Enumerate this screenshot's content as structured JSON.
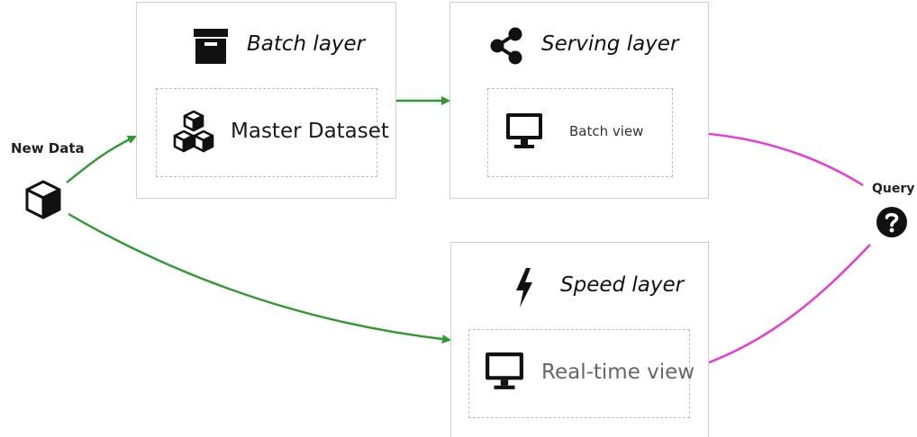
{
  "new_data": {
    "label": "New Data",
    "icon": "cube-icon"
  },
  "query": {
    "label": "Query",
    "icon": "question-circle-icon"
  },
  "batch_layer": {
    "title": "Batch layer",
    "icon": "archive-box-icon",
    "inner_label": "Master Dataset",
    "inner_icon": "cubes-stack-icon"
  },
  "serving_layer": {
    "title": "Serving layer",
    "icon": "share-nodes-icon",
    "inner_label": "Batch view",
    "inner_icon": "monitor-icon"
  },
  "speed_layer": {
    "title": "Speed layer",
    "icon": "lightning-bolt-icon",
    "inner_label": "Real-time view",
    "inner_icon": "monitor-icon"
  },
  "colors": {
    "data_flow_arrow": "#2e9b2e",
    "query_arrow": "#ee33d8",
    "box_border": "#cfcfcf",
    "dashed_border": "#bdbdbd"
  }
}
